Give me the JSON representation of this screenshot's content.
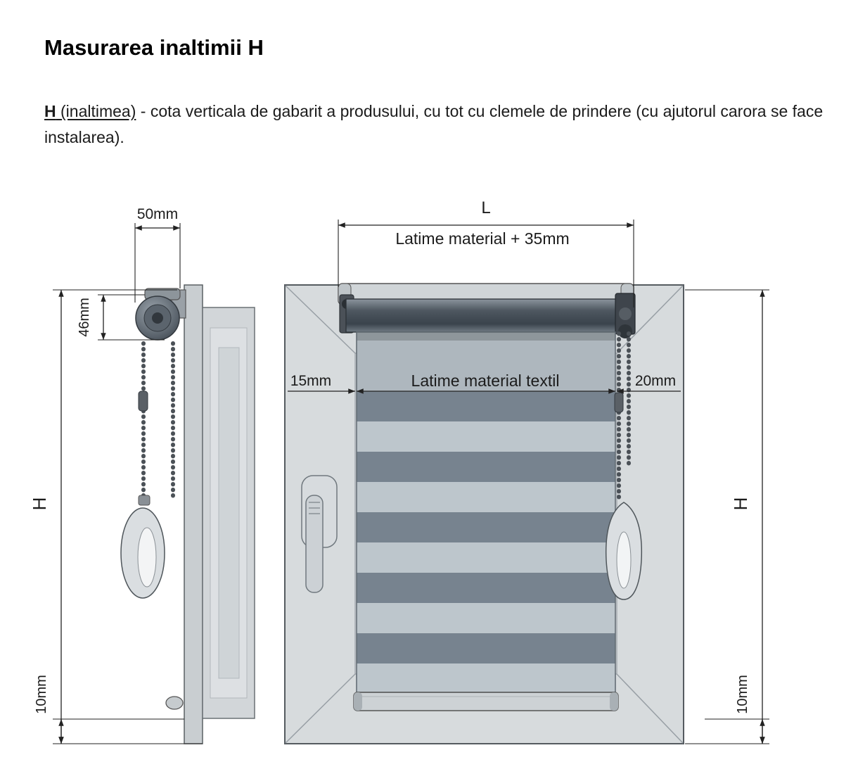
{
  "page": {
    "title": "Masurarea inaltimii H",
    "desc_term": "H",
    "desc_term_rest": " (inaltimea)",
    "desc_text": " - cota verticala de gabarit a produsului, cu tot cu clemele de prindere (cu ajutorul carora se face instalarea)."
  },
  "colors": {
    "frame": "#d7dbdd",
    "fabric_dark": "#77838f",
    "fabric_light": "#bdc6cc",
    "dimension_line": "#222222"
  },
  "side_view": {
    "dim_width": "50mm",
    "dim_roller": "46mm",
    "dim_height": "H",
    "dim_bottom_gap": "10mm"
  },
  "front_view": {
    "dim_total_width": "L",
    "dim_width_note": "Latime material + 35mm",
    "dim_left_gap": "15mm",
    "dim_fabric_width": "Latime material textil",
    "dim_right_gap": "20mm",
    "dim_height": "H",
    "dim_bottom_gap": "10mm"
  }
}
